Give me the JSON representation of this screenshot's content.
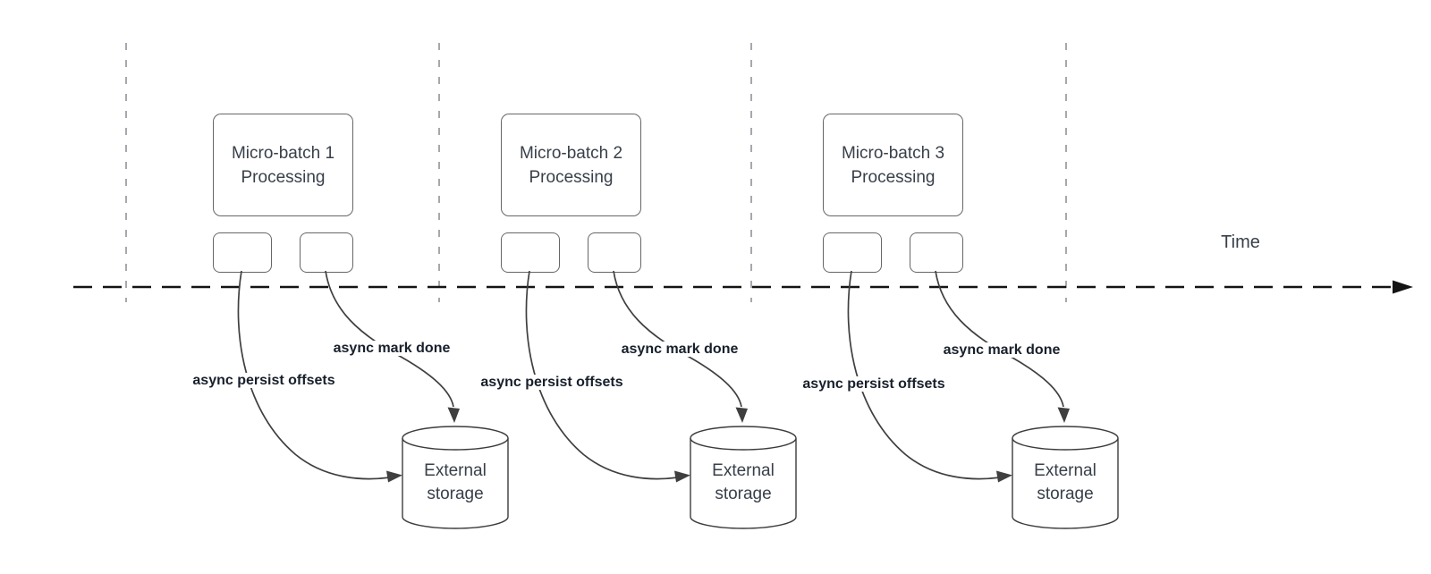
{
  "timeline": {
    "label": "Time"
  },
  "batches": [
    {
      "title_line1": "Micro-batch 1",
      "title_line2": "Processing",
      "persist_label": "async persist offsets",
      "done_label": "async mark done",
      "storage_line1": "External",
      "storage_line2": "storage"
    },
    {
      "title_line1": "Micro-batch 2",
      "title_line2": "Processing",
      "persist_label": "async persist offsets",
      "done_label": "async mark done",
      "storage_line1": "External",
      "storage_line2": "storage"
    },
    {
      "title_line1": "Micro-batch 3",
      "title_line2": "Processing",
      "persist_label": "async persist offsets",
      "done_label": "async mark done",
      "storage_line1": "External",
      "storage_line2": "storage"
    }
  ],
  "colors": {
    "curve": "#3f3f3f",
    "timeline_axis": "#141414",
    "guide_line": "#a7a7ad",
    "node_border": "#666666",
    "cylinder_border": "#3c3c3c",
    "node_text": "#39404a",
    "edge_label_text": "#18202c",
    "canvas_bg": "#ffffff"
  }
}
